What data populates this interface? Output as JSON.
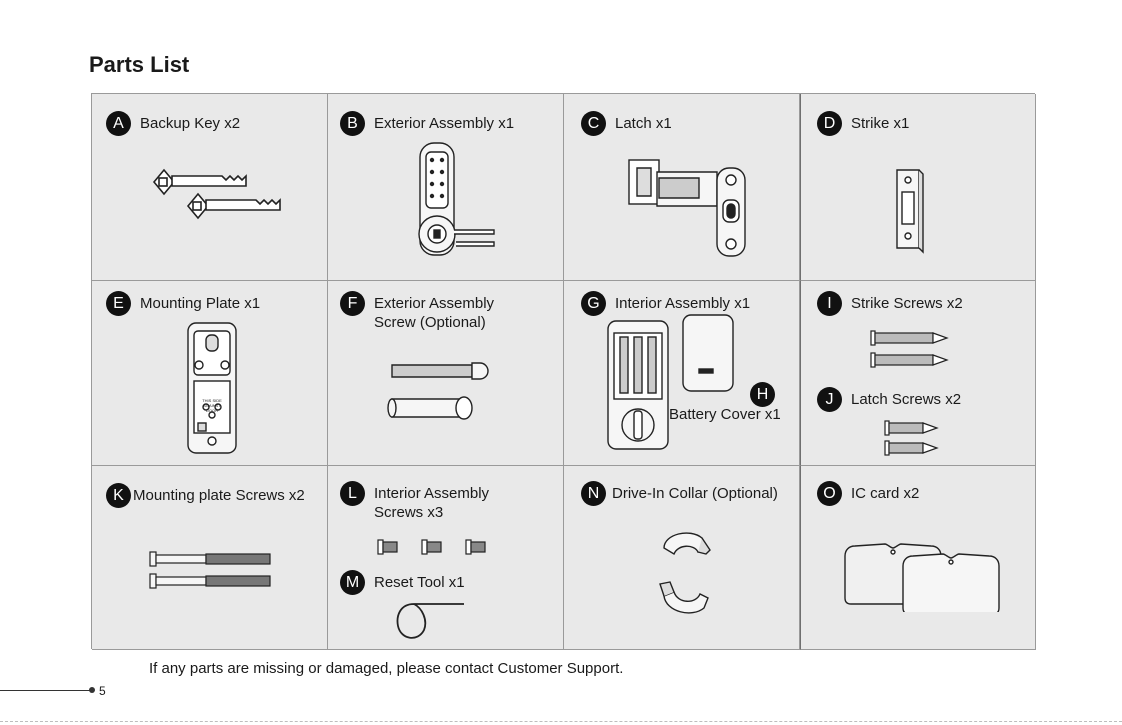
{
  "title": "Parts List",
  "parts": {
    "a": {
      "letter": "A",
      "label": "Backup Key x2"
    },
    "b": {
      "letter": "B",
      "label": "Exterior Assembly x1"
    },
    "c": {
      "letter": "C",
      "label": "Latch x1"
    },
    "d": {
      "letter": "D",
      "label": "Strike x1"
    },
    "e": {
      "letter": "E",
      "label": "Mounting Plate x1"
    },
    "f": {
      "letter": "F",
      "label": "Exterior Assembly Screw (Optional)"
    },
    "g": {
      "letter": "G",
      "label": "Interior Assembly x1"
    },
    "h": {
      "letter": "H",
      "label": "Battery Cover x1"
    },
    "i": {
      "letter": "I",
      "label": "Strike Screws x2"
    },
    "j": {
      "letter": "J",
      "label": "Latch Screws x2"
    },
    "k": {
      "letter": "K",
      "label": "Mounting plate Screws x2"
    },
    "l": {
      "letter": "L",
      "label": "Interior Assembly Screws x3"
    },
    "m": {
      "letter": "M",
      "label": "Reset Tool x1"
    },
    "n": {
      "letter": "N",
      "label": "Drive-In Collar (Optional)"
    },
    "o": {
      "letter": "O",
      "label": "IC card x2"
    }
  },
  "plate_text": "THIS SIDE AGAINST DOOR",
  "footer": "If any parts are missing or damaged, please contact Customer Support.",
  "page_number": "5",
  "colors": {
    "cell_bg": "#e9e9e9",
    "border": "#9a9a9a",
    "badge": "#111111"
  }
}
